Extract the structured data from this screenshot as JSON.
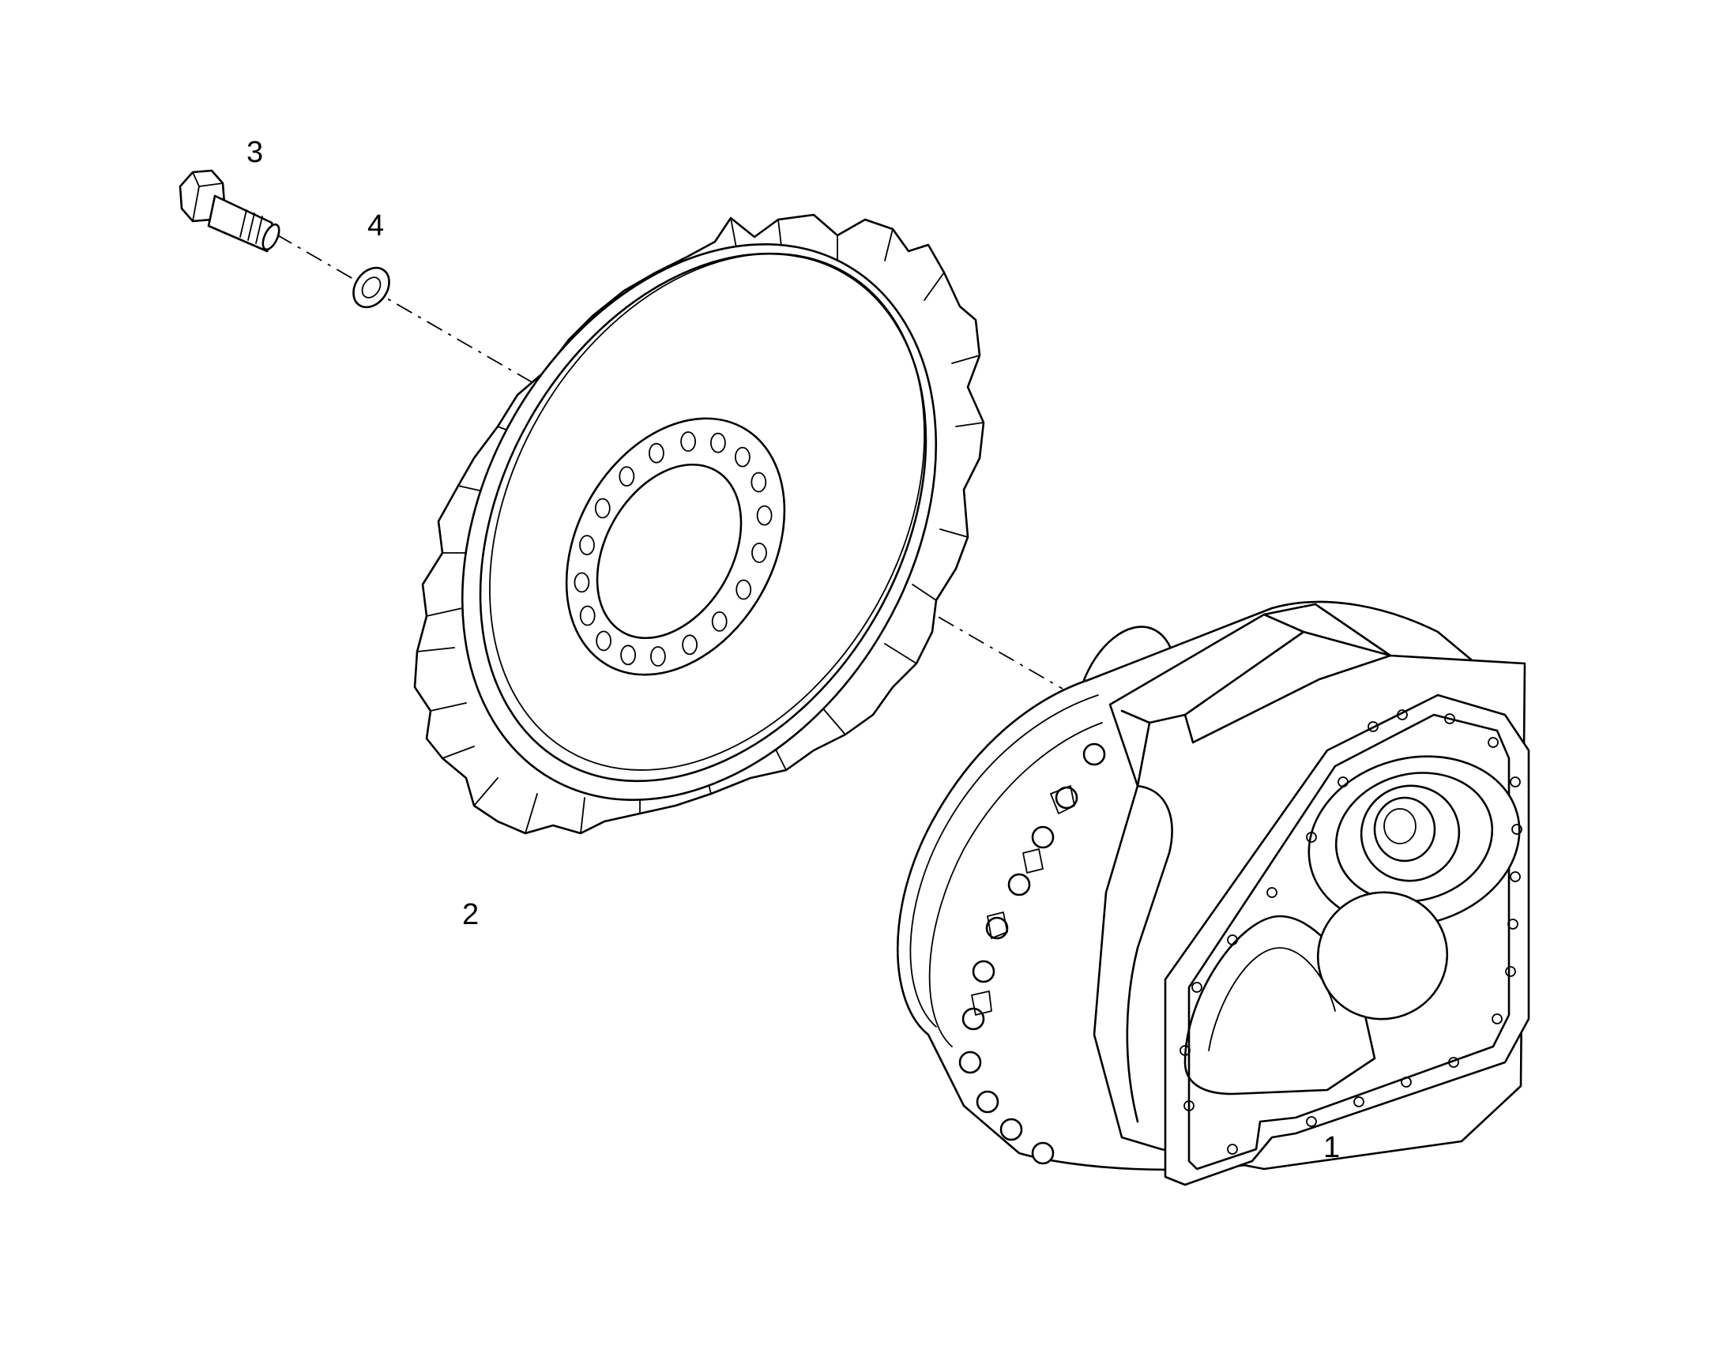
{
  "callouts": {
    "part1": "1",
    "part2": "2",
    "part3": "3",
    "part4": "4"
  },
  "parts": [
    {
      "label": "1",
      "depicts": "final-drive-gearbox-icon"
    },
    {
      "label": "2",
      "depicts": "drive-sprocket-icon"
    },
    {
      "label": "3",
      "depicts": "hex-bolt-icon"
    },
    {
      "label": "4",
      "depicts": "washer-icon"
    }
  ],
  "colors": {
    "line": "#000000",
    "background": "#ffffff"
  }
}
